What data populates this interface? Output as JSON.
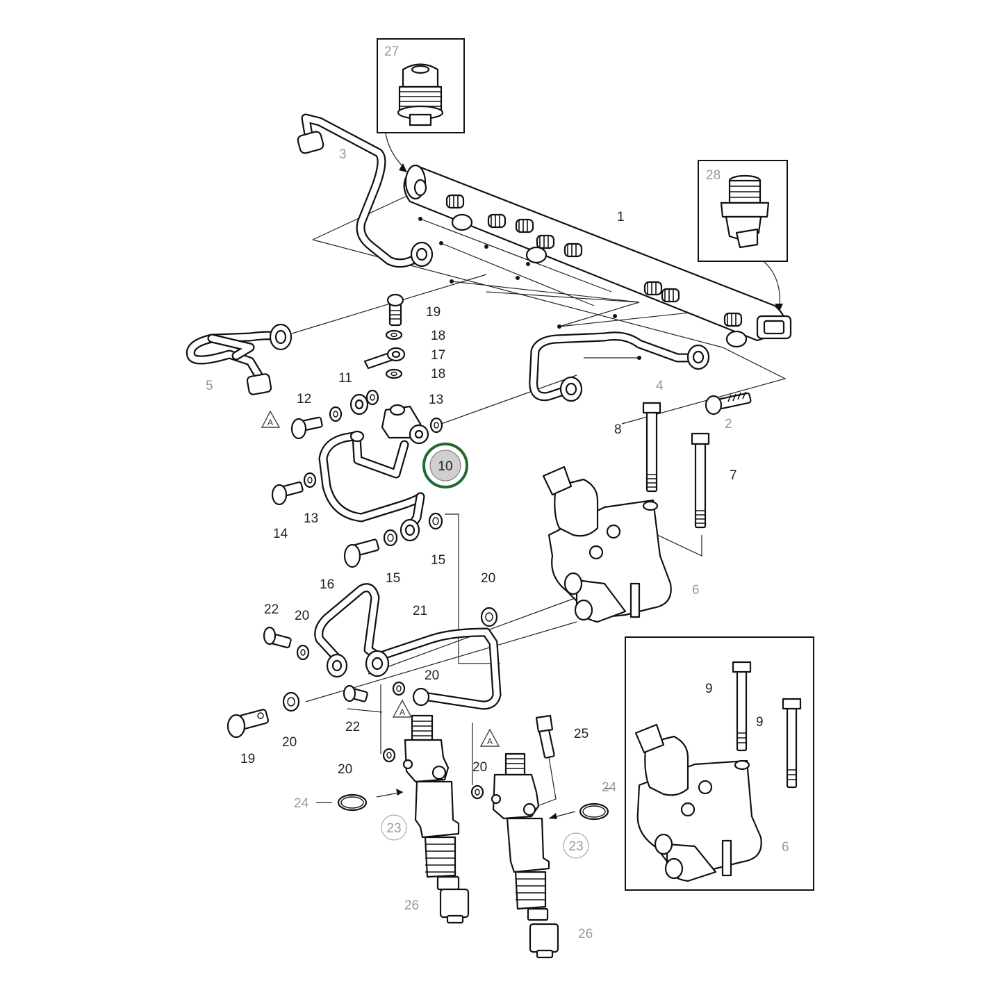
{
  "callouts": {
    "c1": "1",
    "c2": "2",
    "c3": "3",
    "c4": "4",
    "c5": "5",
    "c6_main": "6",
    "c6_inset": "6",
    "c7": "7",
    "c8": "8",
    "c9_a": "9",
    "c9_b": "9",
    "c10": "10",
    "c11": "11",
    "c12": "12",
    "c13_a": "13",
    "c13_b": "13",
    "c14": "14",
    "c15_a": "15",
    "c15_b": "15",
    "c16": "16",
    "c17": "17",
    "c18_a": "18",
    "c18_b": "18",
    "c19_a": "19",
    "c19_b": "19",
    "c20_a": "20",
    "c20_b": "20",
    "c20_c": "20",
    "c20_d": "20",
    "c20_e": "20",
    "c20_f": "20",
    "c21": "21",
    "c22_a": "22",
    "c22_b": "22",
    "c23_a": "23",
    "c23_b": "23",
    "c24_a": "24",
    "c24_b": "24",
    "c25": "25",
    "c26_a": "26",
    "c26_b": "26",
    "c27": "27",
    "c28": "28"
  },
  "warning_marks": {
    "a1": "A",
    "a2": "A",
    "a3": "A"
  },
  "highlight": {
    "part_number": "10",
    "ring_color": "#1e6b2c",
    "fill_color": "#cfcfcf"
  },
  "colors": {
    "line": "#111111",
    "grey_label": "#999999"
  }
}
